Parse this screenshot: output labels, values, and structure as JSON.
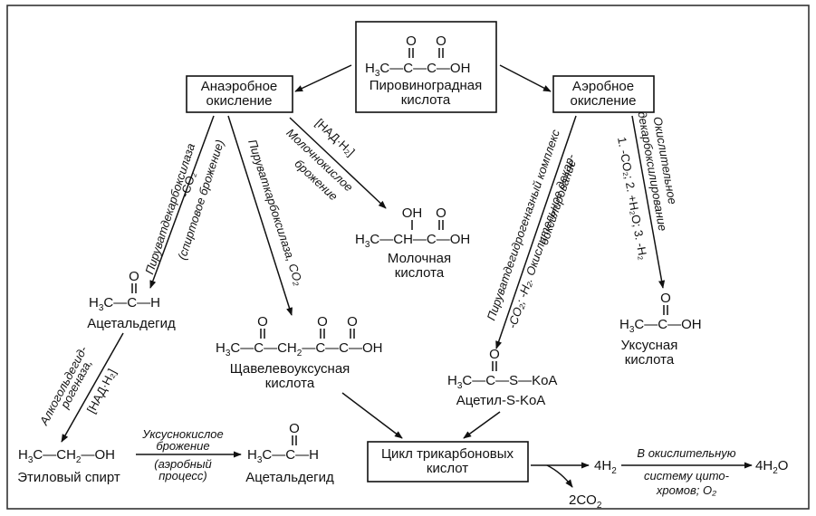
{
  "nodes": {
    "pyruvic": {
      "formula": {
        "base": "H",
        "sub": "3",
        "rest": "C—C—C—OH"
      },
      "o1": "O",
      "o2": "O",
      "name1": "Пировиноградная",
      "name2": "кислота"
    },
    "anaerobic": {
      "line1": "Анаэробное",
      "line2": "окисление"
    },
    "aerobic": {
      "line1": "Аэробное",
      "line2": "окисление"
    },
    "lactic": {
      "oh": "OH",
      "o": "O",
      "formula": {
        "base": "H",
        "sub": "3",
        "rest": "C—CH—C—OH"
      },
      "name1": "Молочная",
      "name2": "кислота"
    },
    "acetaldehyde1": {
      "o": "O",
      "formula": {
        "base": "H",
        "sub": "3",
        "rest": "C—C—H"
      },
      "name": "Ацетальдегид"
    },
    "oxaloacetic": {
      "o1": "O",
      "o2": "O",
      "o3": "O",
      "formula": {
        "base": "H",
        "sub": "3",
        "rest": "C—C—CH",
        "sub2": "2",
        "rest2": "—C—C—OH"
      },
      "name1": "Щавелевоуксусная",
      "name2": "кислота"
    },
    "acetyl": {
      "o": "O",
      "formula": {
        "base": "H",
        "sub": "3",
        "rest": "C—C—S—KoA"
      },
      "name": "Ацетил-S-KoA"
    },
    "acetic": {
      "o": "O",
      "formula": {
        "base": "H",
        "sub": "3",
        "rest": "C—C—OH"
      },
      "name1": "Уксусная",
      "name2": "кислота"
    },
    "ethanol": {
      "formula": {
        "base": "H",
        "sub": "3",
        "rest": "C—CH",
        "sub2": "2",
        "rest2": "—OH"
      },
      "name": "Этиловый спирт"
    },
    "acetaldehyde2": {
      "o": "O",
      "formula": {
        "base": "H",
        "sub": "3",
        "rest": "C—C—H"
      },
      "name": "Ацетальдегид"
    },
    "krebs": {
      "line1": "Цикл трикарбоновых",
      "line2": "кислот"
    },
    "h4": {
      "base": "4H",
      "sub": "2"
    },
    "co2": {
      "base": "2CO",
      "sub": "2"
    },
    "water": {
      "base": "4H",
      "sub": "2",
      "rest": "O"
    }
  },
  "labels": {
    "pdc_anaer": "Пируватдекарбоксилаза",
    "co2_minus": "-CO₂",
    "alc_ferm": "(спиртовое брожение)",
    "pyr_carbox": "Пируваткарбоксилаза, CO₂",
    "nadh1": "[НАД·H₂]",
    "lactic_ferm1": "Молочнокислое",
    "lactic_ferm2": "брожение",
    "pdh_complex": "Пируватдегидрогеназный комплекс",
    "oxid_decarb1": "-CO₂; -H₂. Окислительное декар-",
    "oxid_decarb2": "боксилирование",
    "oxid_decarb3": "Окислительное",
    "oxid_decarb4": "декарбоксилирование",
    "steps": "1. -CO₂; 2. +H₂O; 3. -H₂",
    "adh1": "Алкогольдегид-",
    "adh2": "рогеназа,",
    "nadh2": "[НАД·H₂]",
    "acetic_ferm1": "Уксуснокислое",
    "acetic_ferm2": "брожение",
    "aerobic_proc1": "(аэробный",
    "aerobic_proc2": "процесс)",
    "ox_sys1": "В окислительную",
    "ox_sys2": "систему цито-",
    "ox_sys3": "хромов; O₂"
  }
}
